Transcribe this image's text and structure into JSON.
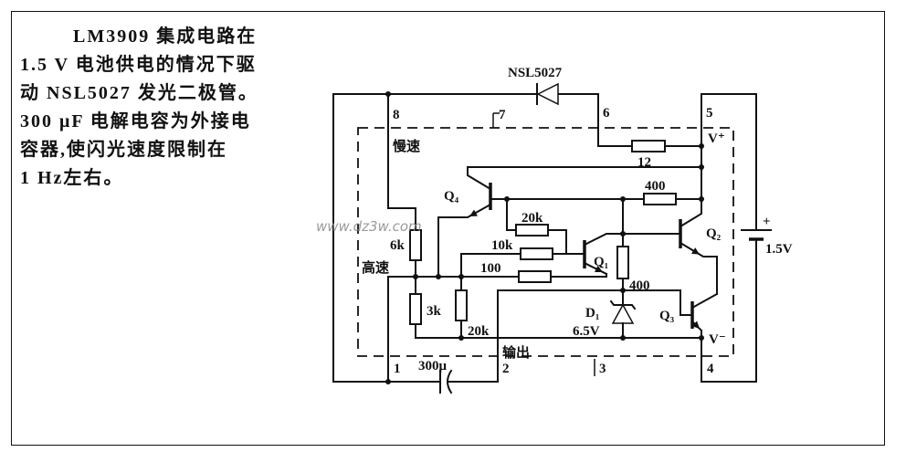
{
  "description": {
    "lines": [
      "LM3909 集成电路在",
      "1.5 V 电池供电的情况下驱",
      "动 NSL5027 发光二极管。",
      "300 μF 电解电容为外接电",
      "容器,使闪光速度限制在",
      "1 Hz左右。"
    ]
  },
  "watermark": "www.dz3w.com",
  "schematic": {
    "led_label": "NSL5027",
    "pins": {
      "p1": "1",
      "p2": "2",
      "p3": "3",
      "p4": "4",
      "p5": "5",
      "p6": "6",
      "p7": "7",
      "p8": "8"
    },
    "slow_label": "慢速",
    "fast_label": "高速",
    "output_label": "输出",
    "supply_positive": "V⁺",
    "supply_negative": "V⁻",
    "resistors": {
      "r12": "12",
      "r400_top": "400",
      "r20k_top": "20k",
      "r10k": "10k",
      "r100": "100",
      "r6k": "6k",
      "r3k": "3k",
      "r20k_bottom": "20k",
      "r400_side": "400"
    },
    "transistors": {
      "q1": "Q₁",
      "q2": "Q₂",
      "q3": "Q₃",
      "q4": "Q₄"
    },
    "diode": {
      "name": "D₁",
      "voltage": "6.5V"
    },
    "battery": {
      "voltage": "1.5V",
      "polarity": "+"
    },
    "capacitor": "300μ"
  }
}
